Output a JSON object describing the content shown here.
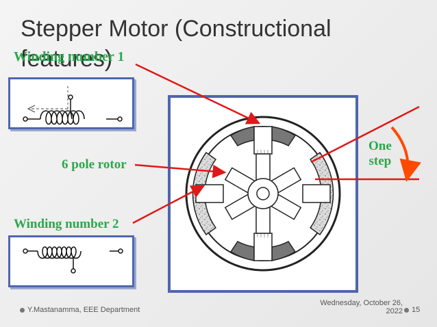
{
  "slide": {
    "title_line1": "Stepper Motor (Constructional",
    "title_line2": "features)"
  },
  "labels": {
    "winding1": "Winding number 1",
    "rotor": "6 pole rotor",
    "winding2": "Winding number 2",
    "step_line1": "One",
    "step_line2": "step"
  },
  "footer": {
    "author": "Y.Mastanamma, EEE Department",
    "date_line1": "Wednesday, October 26,",
    "date_line2": "2022",
    "page": "15"
  },
  "colors": {
    "label_green": "#2aa84a",
    "arrow_red": "#e01818",
    "box_border": "#4f66ad",
    "step_arrow": "#ff4a00"
  }
}
